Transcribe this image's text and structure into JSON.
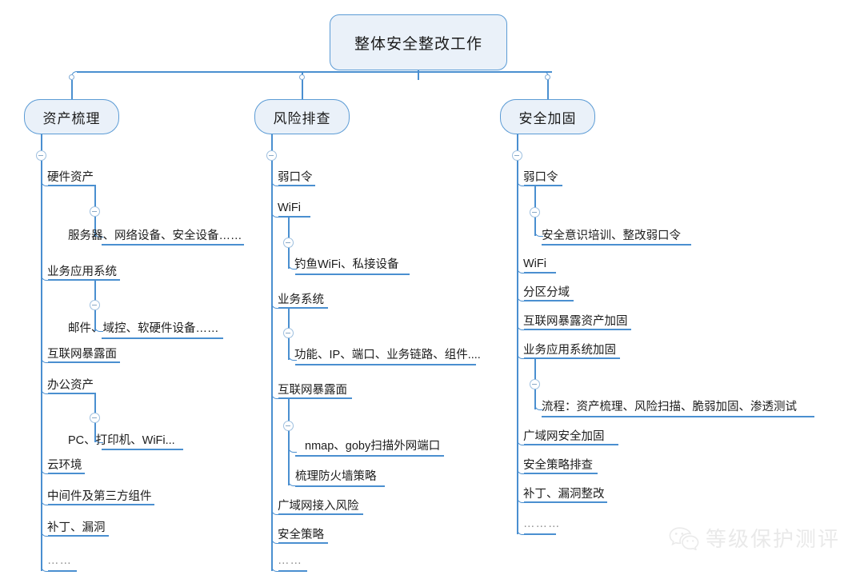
{
  "diagram": {
    "type": "mindmap",
    "title": "整体安全整改工作",
    "root": {
      "label": "整体安全整改工作"
    },
    "branches": [
      {
        "label": "资产梳理",
        "children": [
          {
            "label": "硬件资产",
            "children": [
              {
                "label": "服务器、网络设备、安全设备……"
              }
            ]
          },
          {
            "label": "业务应用系统",
            "children": [
              {
                "label": "邮件、域控、软硬件设备……"
              }
            ]
          },
          {
            "label": "互联网暴露面",
            "children": []
          },
          {
            "label": "办公资产",
            "children": [
              {
                "label": "PC、打印机、WiFi..."
              }
            ]
          },
          {
            "label": "云环境",
            "children": []
          },
          {
            "label": "中间件及第三方组件",
            "children": []
          },
          {
            "label": "补丁、漏洞",
            "children": []
          },
          {
            "label": "……",
            "children": []
          }
        ]
      },
      {
        "label": "风险排查",
        "children": [
          {
            "label": "弱口令",
            "children": []
          },
          {
            "label": "WiFi",
            "children": [
              {
                "label": "钓鱼WiFi、私接设备"
              }
            ]
          },
          {
            "label": "业务系统",
            "children": [
              {
                "label": "功能、IP、端口、业务链路、组件...."
              }
            ]
          },
          {
            "label": "互联网暴露面",
            "children": [
              {
                "label": "nmap、goby扫描外网端口"
              },
              {
                "label": "梳理防火墙策略"
              }
            ]
          },
          {
            "label": "广域网接入风险",
            "children": []
          },
          {
            "label": "安全策略",
            "children": []
          },
          {
            "label": "……",
            "children": []
          }
        ]
      },
      {
        "label": "安全加固",
        "children": [
          {
            "label": "弱口令",
            "children": [
              {
                "label": "安全意识培训、整改弱口令"
              }
            ]
          },
          {
            "label": "WiFi",
            "children": []
          },
          {
            "label": "分区分域",
            "children": []
          },
          {
            "label": "互联网暴露资产加固",
            "children": []
          },
          {
            "label": "业务应用系统加固",
            "children": [
              {
                "label": "流程：资产梳理、风险扫描、脆弱加固、渗透测试"
              }
            ]
          },
          {
            "label": "广域网安全加固",
            "children": []
          },
          {
            "label": "安全策略排查",
            "children": []
          },
          {
            "label": "补丁、漏洞整改",
            "children": []
          },
          {
            "label": "………",
            "children": []
          }
        ]
      }
    ]
  },
  "watermark": {
    "text": "等级保护测评",
    "icon": "wechat-icon"
  },
  "colors": {
    "line": "#4a8fd0",
    "node_fill": "#eaf1f9",
    "node_border": "#5b9bd5",
    "text": "#1c1c1c"
  }
}
